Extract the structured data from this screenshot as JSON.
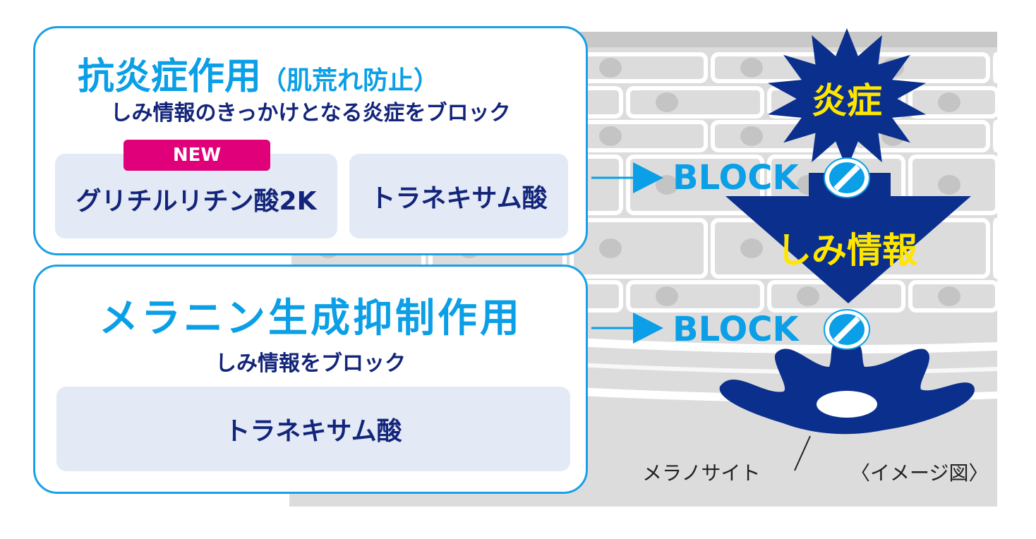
{
  "anti_inflammatory": {
    "title": "抗炎症作用",
    "title_paren": "（肌荒れ防止）",
    "subtitle": "しみ情報のきっかけとなる炎症をブロック",
    "new_badge": "NEW",
    "ingredients": [
      "グリチルリチン酸2K",
      "トラネキサム酸"
    ]
  },
  "melanin_inhibition": {
    "title": "メラニン生成抑制作用",
    "subtitle": "しみ情報をブロック",
    "ingredients": [
      "トラネキサム酸"
    ]
  },
  "illustration": {
    "block_label_1": "BLOCK",
    "block_label_2": "BLOCK",
    "inflammation": "炎症",
    "spot_signal": "しみ情報",
    "melanocyte_label": "メラノサイト",
    "image_note": "〈イメージ図〉"
  },
  "colors": {
    "accent_blue": "#0a9fe6",
    "navy": "#0b2f8c",
    "yellow": "#ffe600",
    "badge_pink": "#e0007a"
  }
}
